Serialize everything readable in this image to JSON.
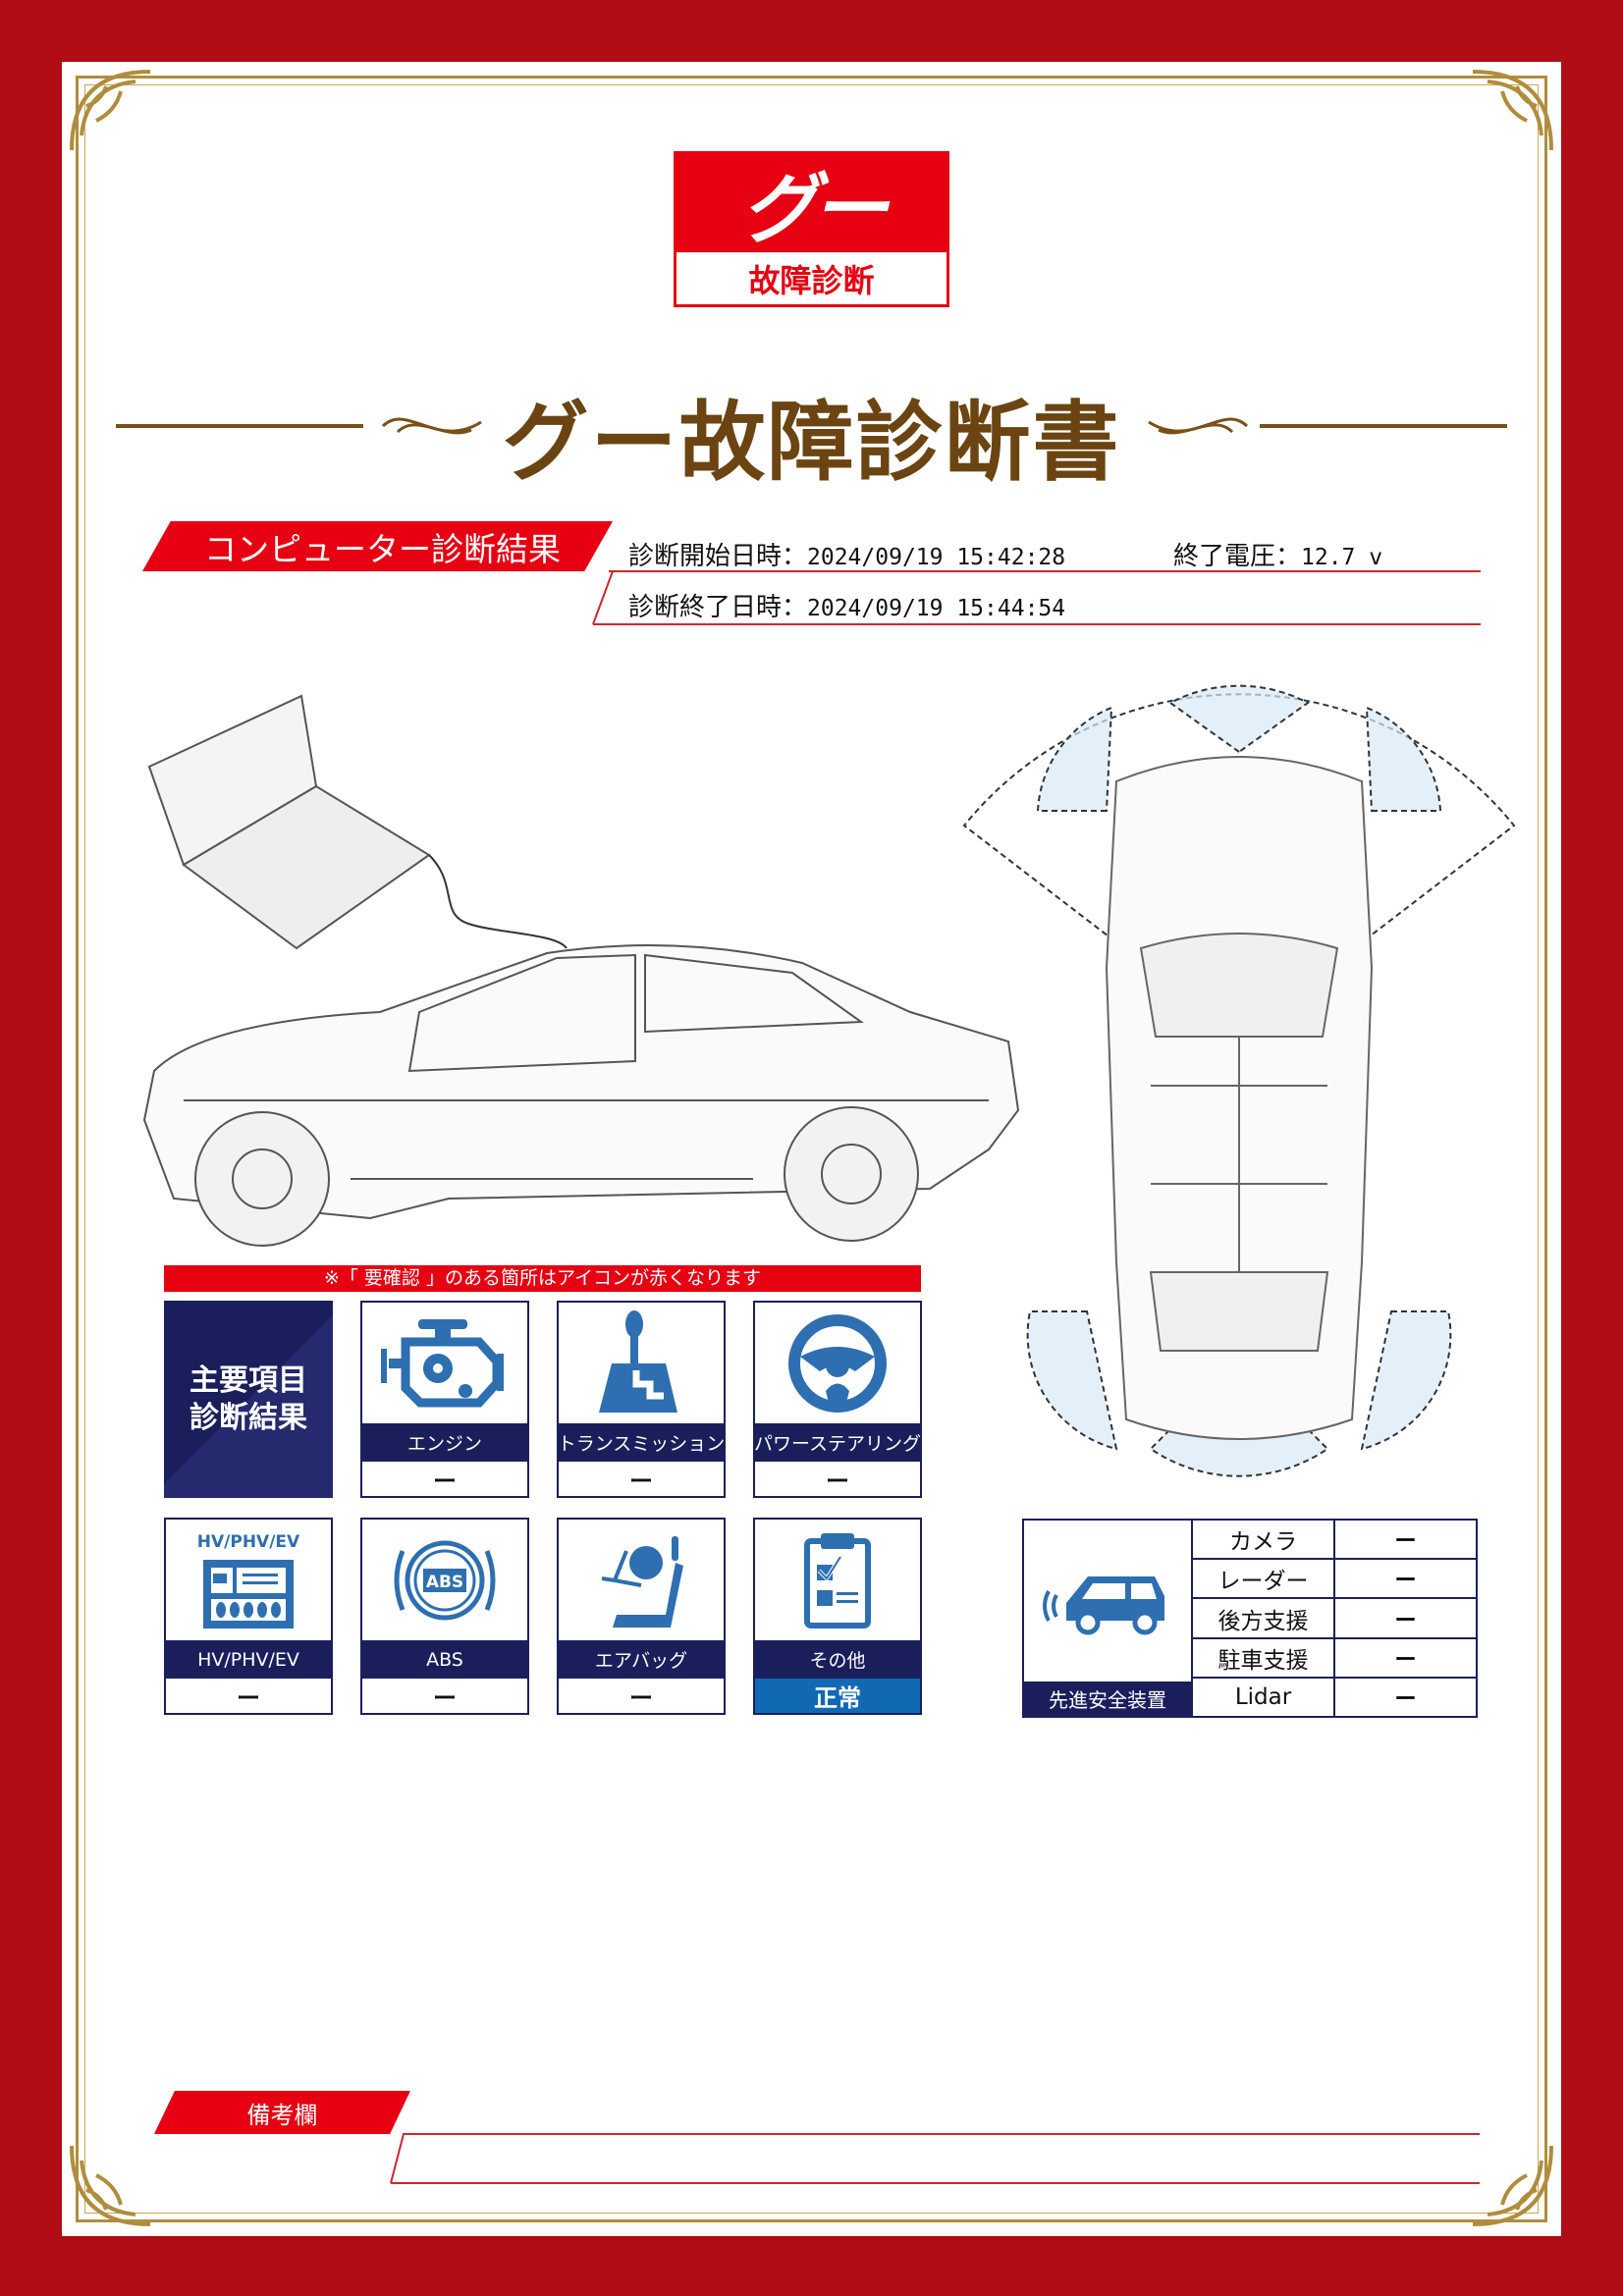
{
  "logo": {
    "mark": "グー",
    "subtitle": "故障診断"
  },
  "title": "グー故障診断書",
  "section_header": "コンピューター診断結果",
  "diagnosis": {
    "start_label": "診断開始日時：",
    "start_value": "2024/09/19 15:42:28",
    "voltage_label": "終了電圧：",
    "voltage_value": "12.7 v",
    "end_label": "診断終了日時：",
    "end_value": "2024/09/19 15:44:54"
  },
  "notice": "※「 要確認 」のある箇所はアイコンが赤くなります",
  "main_tile": {
    "line1": "主要項目",
    "line2": "診断結果"
  },
  "items": [
    {
      "label": "エンジン",
      "value": "ー",
      "icon": "engine-icon"
    },
    {
      "label": "トランスミッション",
      "value": "ー",
      "icon": "gear-shift-icon"
    },
    {
      "label": "パワーステアリング",
      "value": "ー",
      "icon": "steering-wheel-icon"
    },
    {
      "label": "HV/PHV/EV",
      "value": "ー",
      "icon": "battery-icon",
      "icon_caption": "HV/PHV/EV"
    },
    {
      "label": "ABS",
      "value": "ー",
      "icon": "abs-icon",
      "icon_caption": "ABS"
    },
    {
      "label": "エアバッグ",
      "value": "ー",
      "icon": "airbag-icon"
    },
    {
      "label": "その他",
      "value": "正常",
      "icon": "clipboard-icon"
    }
  ],
  "adas": {
    "label": "先進安全装置",
    "icon": "car-sensor-icon",
    "rows": [
      {
        "label": "カメラ",
        "value": "ー"
      },
      {
        "label": "レーダー",
        "value": "ー"
      },
      {
        "label": "後方支援",
        "value": "ー"
      },
      {
        "label": "駐車支援",
        "value": "ー"
      },
      {
        "label": "Lidar",
        "value": "ー"
      }
    ]
  },
  "remarks_label": "備考欄",
  "colors": {
    "frame": "#b00d16",
    "accent_red": "#e60012",
    "navy": "#1a1f5c",
    "icon_blue": "#2d6fb0",
    "ok_blue": "#1169b4",
    "gold": "#b08d3c",
    "title_brown": "#6b4411"
  }
}
